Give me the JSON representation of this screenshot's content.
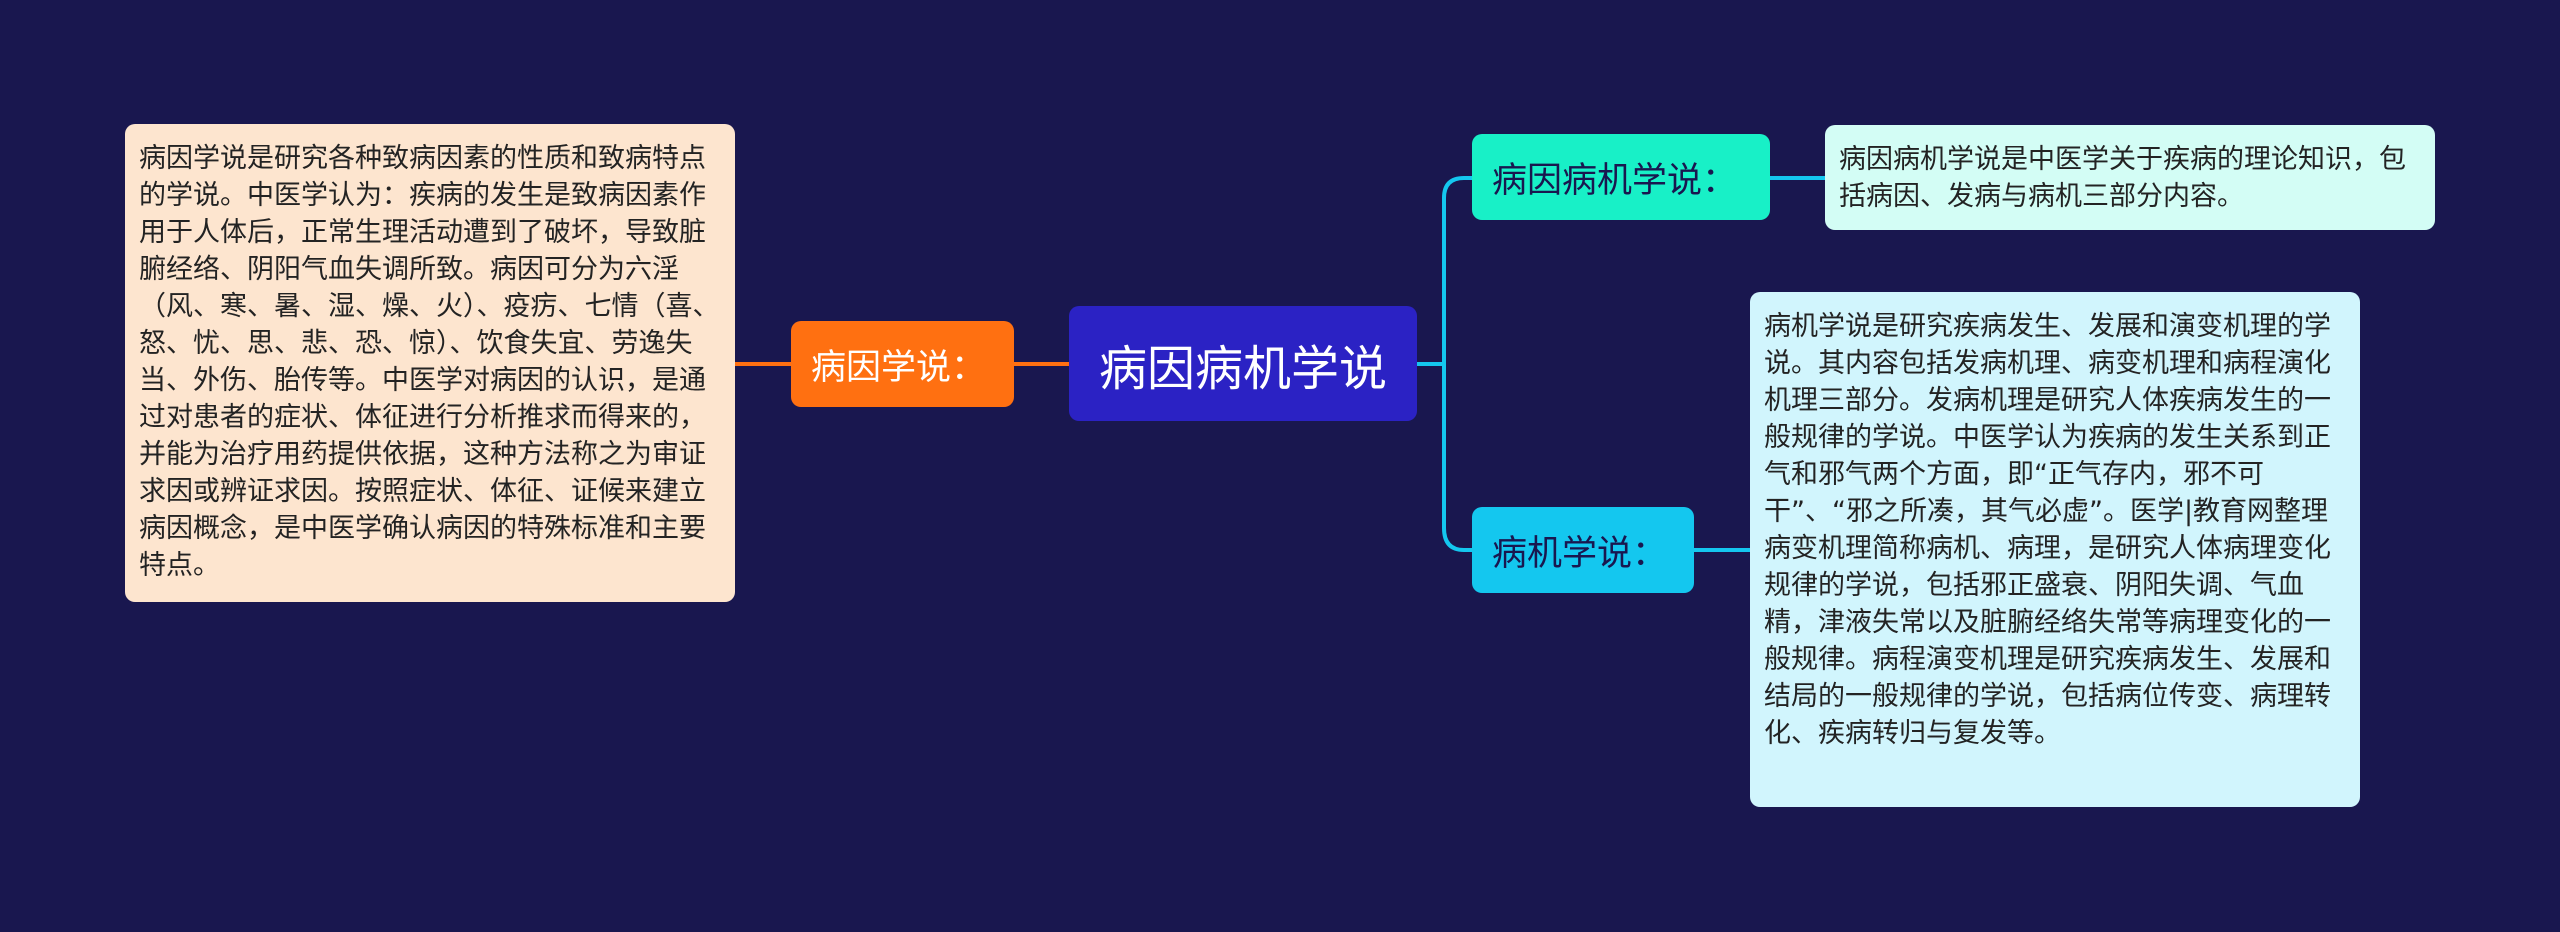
{
  "mindmap": {
    "root": {
      "label": "病因病机学说"
    },
    "left_branch": {
      "label": "病因学说：",
      "detail": "病因学说是研究各种致病因素的性质和致病特点的学说。中医学认为：疾病的发生是致病因素作用于人体后，正常生理活动遭到了破坏，导致脏腑经络、阴阳气血失调所致。病因可分为六淫（风、寒、暑、湿、燥、火）、疫疠、七情（喜、怒、忧、思、悲、恐、惊）、饮食失宜、劳逸失当、外伤、胎传等。中医学对病因的认识，是通过对患者的症状、体征进行分析推求而得来的，并能为治疗用药提供依据，这种方法称之为审证求因或辨证求因。按照症状、体征、证候来建立病因概念，是中医学确认病因的特殊标准和主要特点。"
    },
    "right_top_branch": {
      "label": "病因病机学说：",
      "detail": "病因病机学说是中医学关于疾病的理论知识，包括病因、发病与病机三部分内容。"
    },
    "right_bottom_branch": {
      "label": "病机学说：",
      "detail": "病机学说是研究疾病发生、发展和演变机理的学说。其内容包括发病机理、病变机理和病程演化机理三部分。发病机理是研究人体疾病发生的一般规律的学说。中医学认为疾病的发生关系到正气和邪气两个方面，即“正气存内，邪不可干”、“邪之所凑，其气必虚”。医学|教育网整理病变机理简称病机、病理，是研究人体病理变化规律的学说，包括邪正盛衰、阴阳失调、气血精，津液失常以及脏腑经络失常等病理变化的一般规律。病程演变机理是研究疾病发生、发展和结局的一般规律的学说，包括病位传变、病理转化、疾病转归与复发等。"
    },
    "colors": {
      "background": "#19174f",
      "root": "#2b22c4",
      "left_branch": "#ff7011",
      "right_top_branch": "#18f0c7",
      "right_bottom_branch": "#14c7ef",
      "left_leaf": "#fde5cf",
      "right_top_leaf": "#d3fdf5",
      "right_bottom_leaf": "#d1f5fd",
      "left_connector": "#ff7011",
      "right_connector": "#14c7ef"
    }
  }
}
